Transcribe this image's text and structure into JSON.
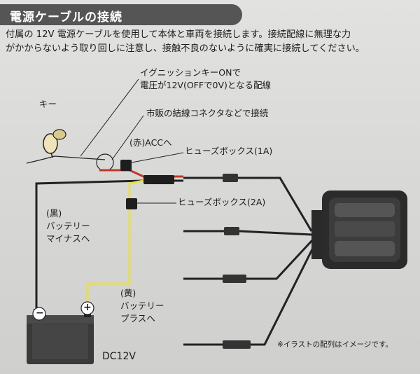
{
  "title": "電源ケーブルの接続",
  "intro": [
    "付属の 12V 電源ケーブルを使用して本体と車両を接続します。接続配線に無理な力",
    "がかからないよう取り回しに注意し、接触不良のないように確実に接続してください。"
  ],
  "labels": {
    "ignition_1": "イグニッションキーONで",
    "ignition_2": "電圧が12V(OFFで0V)となる配線",
    "key": "キー",
    "connector": "市販の結線コネクタなどで接続",
    "acc": "(赤)ACCへ",
    "fuse_1a": "ヒューズボックス(1A)",
    "fuse_2a": "ヒューズボックス(2A)",
    "black_1": "(黒)",
    "black_2": "バッテリー",
    "black_3": "マイナスへ",
    "yellow_1": "(黄)",
    "yellow_2": "バッテリー",
    "yellow_3": "プラスへ",
    "minus": "−",
    "plus": "+",
    "dc": "DC12V",
    "note": "※イラストの配列はイメージです。"
  },
  "colors": {
    "red_wire": "#c0392b",
    "yellow_wire": "#e8e04a",
    "black_wire": "#222222",
    "title_bg": "#555555"
  }
}
